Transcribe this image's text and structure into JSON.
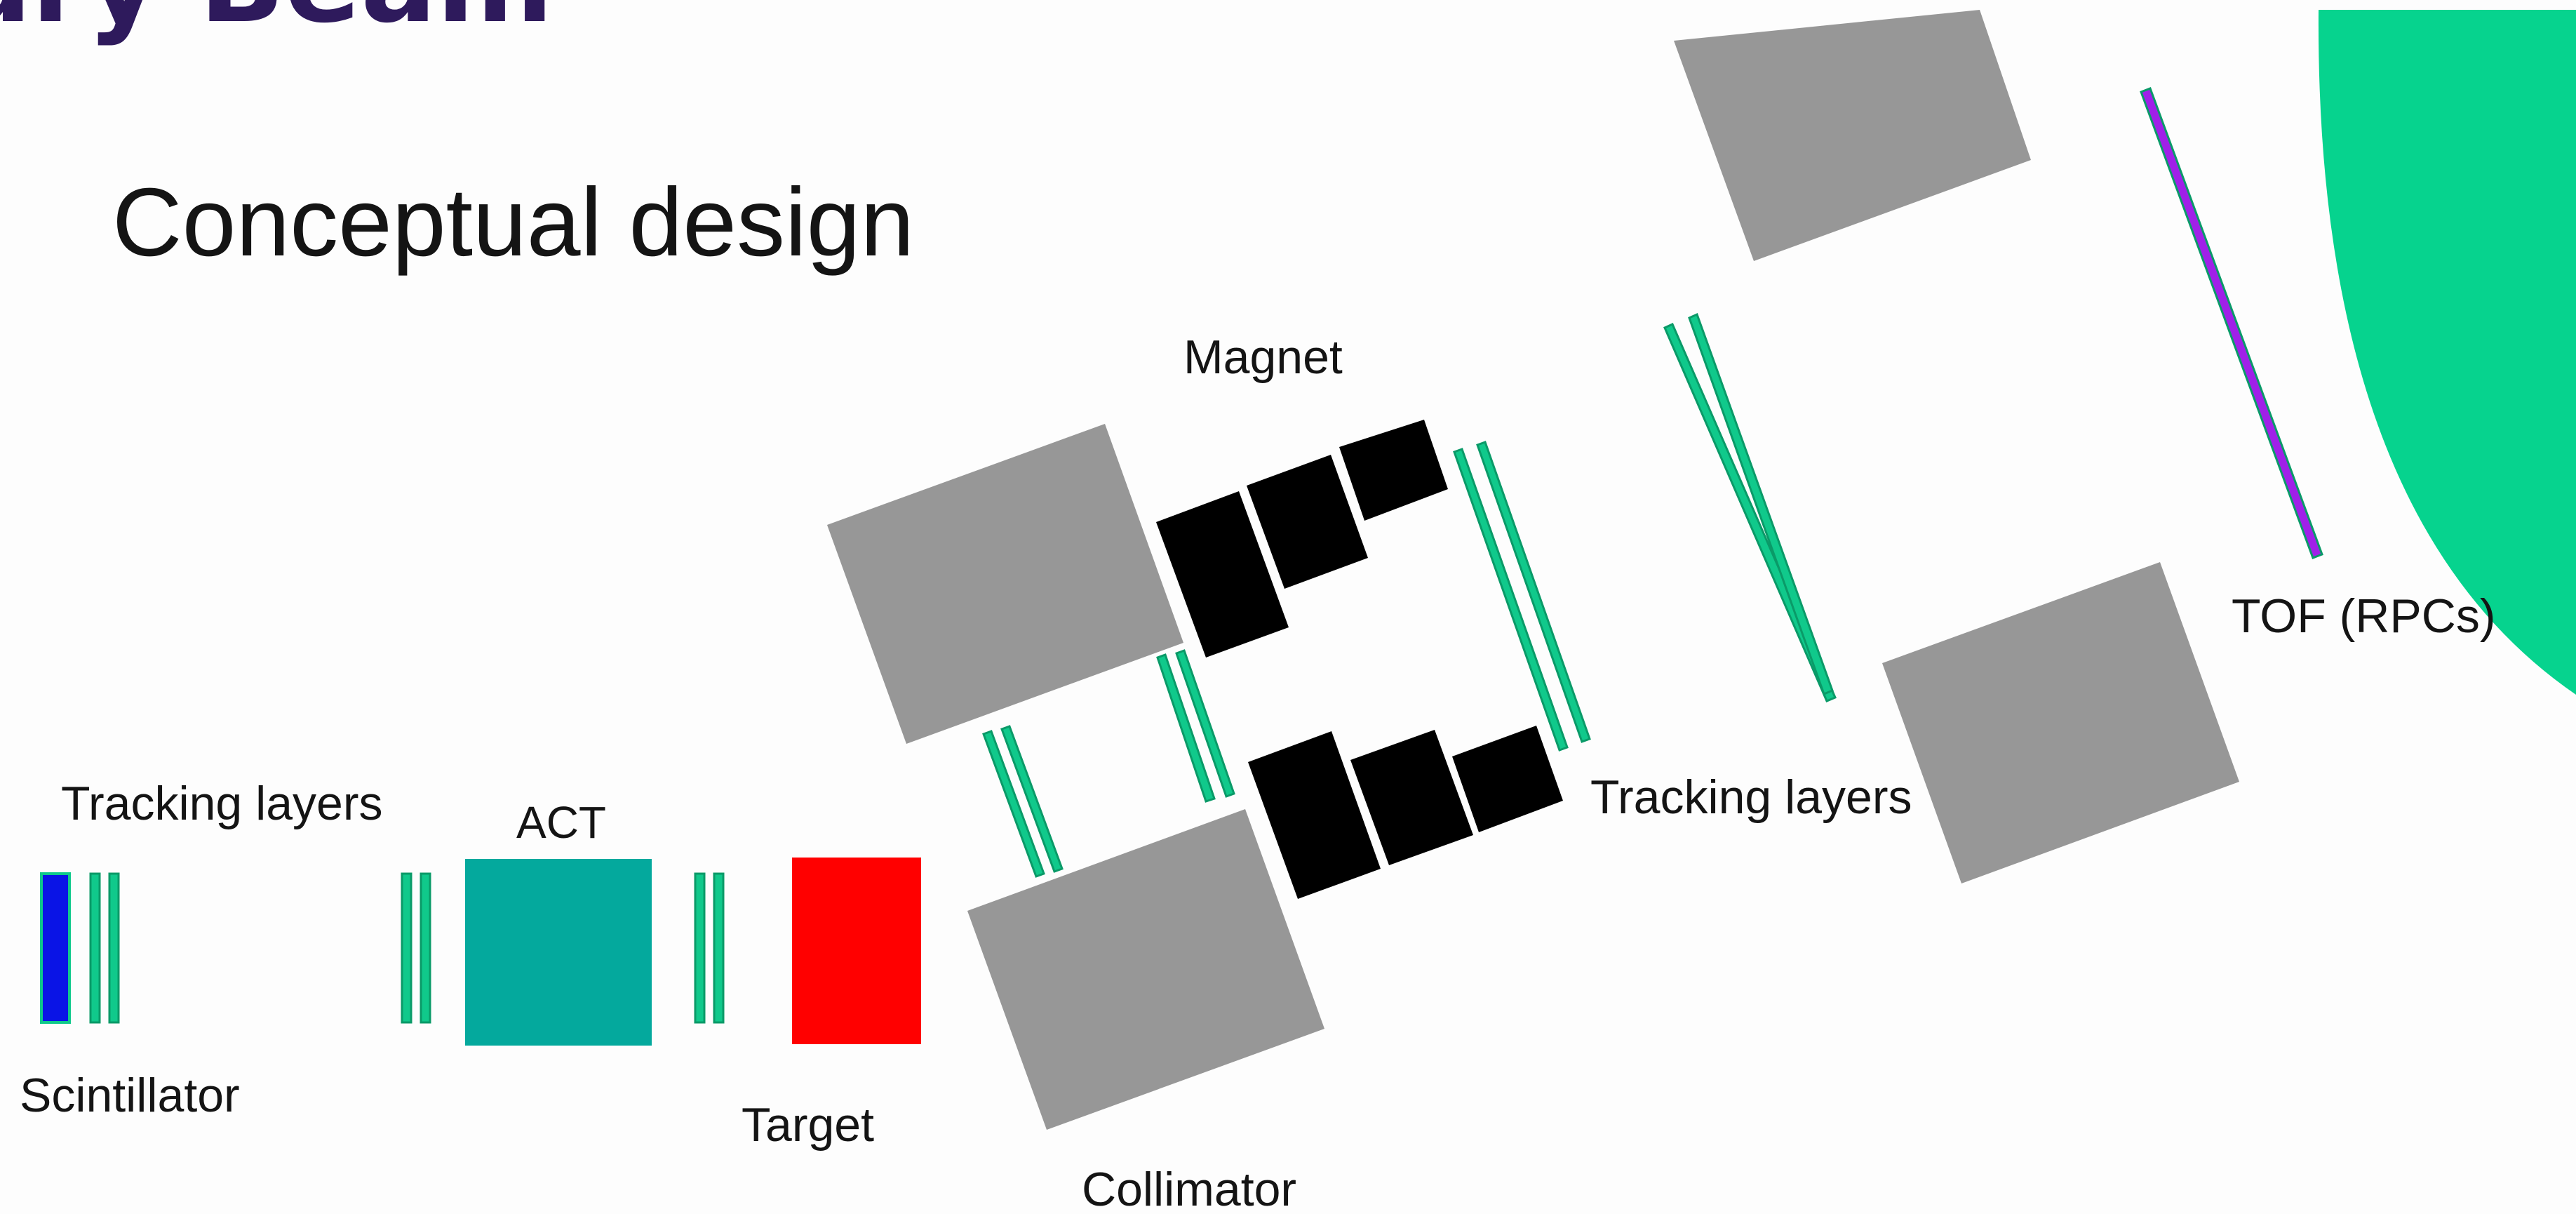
{
  "slide": {
    "header_fragment": "iary Beam",
    "title": "Conceptual design"
  },
  "labels": {
    "magnet": "Magnet",
    "tracking_layers_left": "Tracking layers",
    "act": "ACT",
    "scintillator": "Scintillator",
    "target": "Target",
    "collimator": "Collimator",
    "tracking_layers_right": "Tracking layers",
    "tof": "TOF (RPCs)"
  },
  "colors": {
    "header": "#2e1a5c",
    "title": "#2b2f36",
    "shield_gray": "#979797",
    "magnet_black": "#000000",
    "tracking_green": "#10c98b",
    "tracking_edge": "#0a9a68",
    "scintillator_blue": "#0a14e6",
    "act_teal": "#04a99d",
    "target_red": "#ff0000",
    "tof_purple": "#a020e8",
    "detector_green": "#06d38e"
  }
}
